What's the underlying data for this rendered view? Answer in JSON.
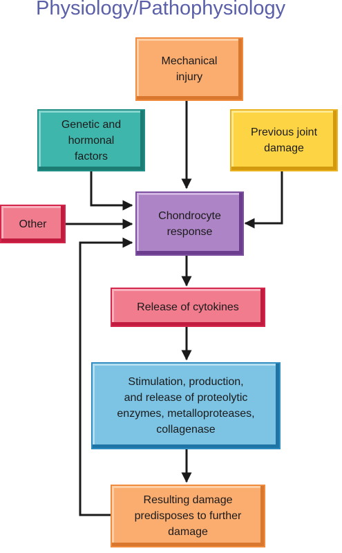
{
  "title": "Physiology/Pathophysiology",
  "colors": {
    "title": "#5a5fa8",
    "orange": "#fbad70",
    "teal": "#3fb6ac",
    "yellow": "#fdd444",
    "purple": "#ad84c5",
    "pink": "#f07c8e",
    "blue": "#7cc3e4",
    "arrow": "#1a1a1a"
  },
  "nodes": {
    "mechanical_injury": "Mechanical\ninjury",
    "genetic_hormonal": "Genetic and\nhormonal\nfactors",
    "previous_joint_damage": "Previous joint\ndamage",
    "other": "Other",
    "chondrocyte_response": "Chondrocyte\nresponse",
    "release_cytokines": "Release of cytokines",
    "stimulation": "Stimulation, production,\nand release of proteolytic\nenzymes, metalloproteases,\ncollagenase",
    "resulting_damage": "Resulting damage\npredisposes to further\ndamage"
  },
  "edges": [
    {
      "from": "mechanical_injury",
      "to": "chondrocyte_response"
    },
    {
      "from": "genetic_hormonal",
      "to": "chondrocyte_response"
    },
    {
      "from": "previous_joint_damage",
      "to": "chondrocyte_response"
    },
    {
      "from": "other",
      "to": "chondrocyte_response"
    },
    {
      "from": "chondrocyte_response",
      "to": "release_cytokines"
    },
    {
      "from": "release_cytokines",
      "to": "stimulation"
    },
    {
      "from": "stimulation",
      "to": "resulting_damage"
    },
    {
      "from": "resulting_damage",
      "to": "chondrocyte_response"
    }
  ]
}
